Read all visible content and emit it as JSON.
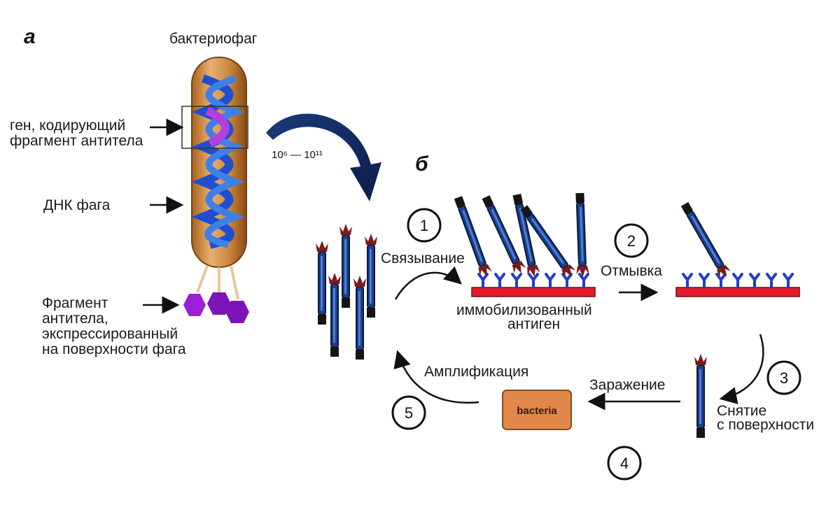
{
  "panels": {
    "a": "а",
    "b": "б"
  },
  "labels": {
    "bacteriophage": "бактериофаг",
    "gene_line1": "ген, кодирующий",
    "gene_line2": "фрагмент антитела",
    "phage_dna": "ДНК фага",
    "fragment_line1": "Фрагмент",
    "fragment_line2": "антитела,",
    "fragment_line3": "экспрессированный",
    "fragment_line4": "на поверхности фага",
    "library_size": "10⁶ — 10¹¹",
    "binding": "Связывание",
    "washing": "Отмывка",
    "antigen_line1": "иммобилизованный",
    "antigen_line2": "антиген",
    "elution_line1": "Снятие",
    "elution_line2": "с поверхности",
    "infection": "Заражение",
    "amplification": "Амплификация",
    "bacteria": "bacteria"
  },
  "steps": [
    "1",
    "2",
    "3",
    "4",
    "5"
  ],
  "colors": {
    "phage_capsid": "#c8853a",
    "dna_blue": "#1e4fd0",
    "dna_purple": "#b040e0",
    "fragment": "#9b1fd6",
    "antigen_plate": "#e01c2a",
    "antibody": "#1f3fc8",
    "phage_rod": "#1c3f8a",
    "phage_head": "#7a1a1a",
    "bacteria_box": "#e0894a",
    "curved_arrow": "#1a3a7a"
  }
}
